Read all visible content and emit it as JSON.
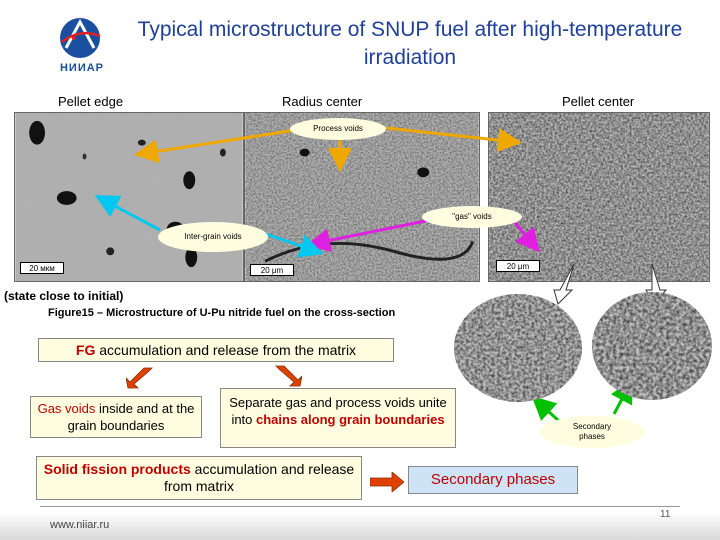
{
  "title": "Typical microstructure of SNUP fuel after high-temperature irradiation",
  "logo_text": "НИИАР",
  "columns": {
    "left": "Pellet edge",
    "middle": "Radius center",
    "right": "Pellet center"
  },
  "callouts": {
    "process_voids": "Process voids",
    "gas_voids": "\"gas\" voids",
    "inter_grain": "Inter-grain voids",
    "secondary": "Secondary phases"
  },
  "scale_labels": {
    "left": "20 мкм",
    "middle": "20 μm",
    "right": "20 μm"
  },
  "note_state": "(state close to initial)",
  "figure_caption": "Figure15 – Microstructure of U-Pu nitride fuel on the cross-section",
  "fg_box": {
    "fg": "FG",
    "rest": " accumulation and release from the matrix"
  },
  "gas_box": {
    "highlight": "Gas voids",
    "rest": " inside and at the grain boundaries"
  },
  "separate_box": {
    "part1": "Separate gas and process voids unite into ",
    "highlight": "chains along grain boundaries"
  },
  "solid_box": {
    "highlight": "Solid fission products",
    "rest": " accumulation and release from matrix"
  },
  "secondary_box": "Secondary phases",
  "page_number": "11",
  "footer_url": "www.niiar.ru",
  "colors": {
    "title": "#1f3f99",
    "red": "#c00000",
    "callout_bg": "#fffde0",
    "blue_box": "#cfe3f7",
    "arrow_orange": "#f0a800",
    "arrow_magenta": "#e020e0",
    "arrow_cyan": "#00c8f0",
    "arrow_green": "#00c000",
    "arrow_red": "#e04000"
  }
}
